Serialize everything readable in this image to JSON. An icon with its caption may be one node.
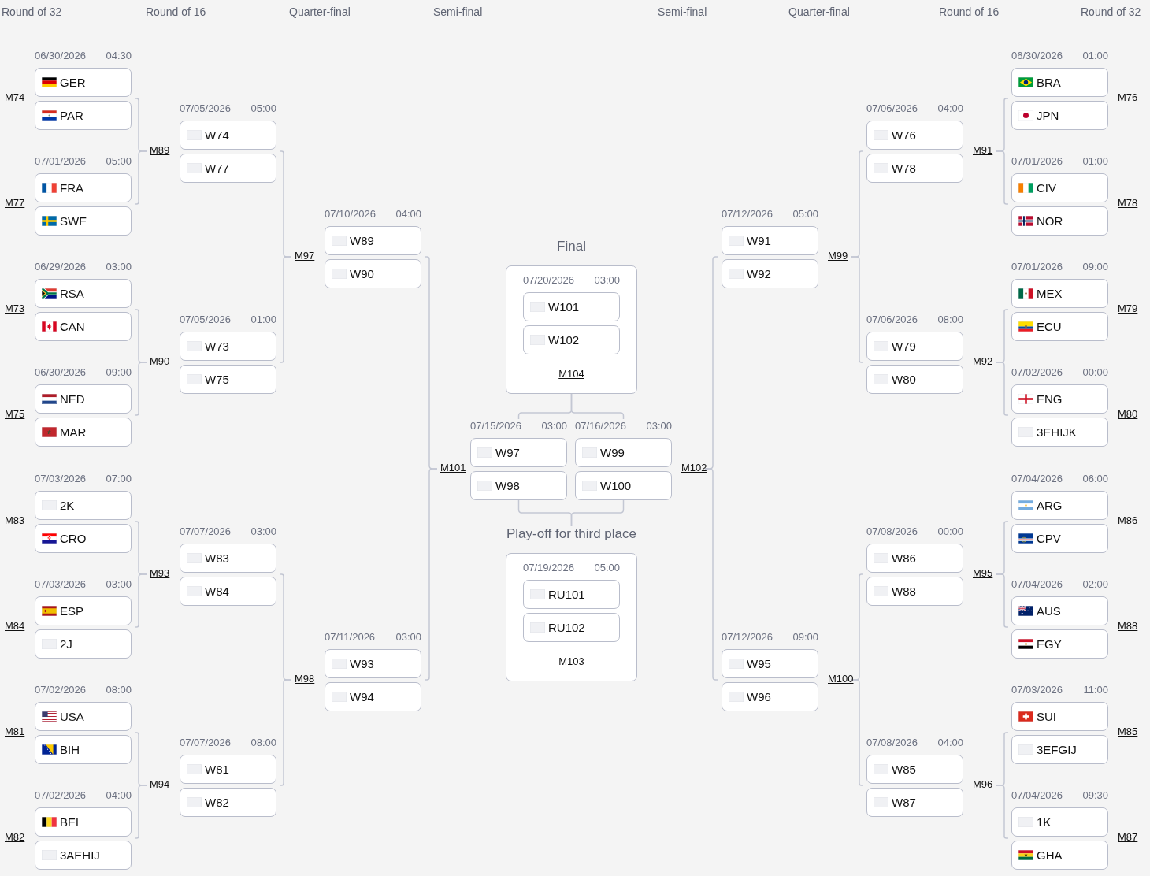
{
  "diagram": {
    "nodes": [
      {
        "text": [
          "06/30/2026",
          "04:30"
        ],
        "beside": [
          "M74"
        ]
      },
      {
        "text": [
          "GER"
        ],
        "in": 0
      },
      {
        "text": [
          "PAR"
        ],
        "in": 0
      },
      {
        "text": [
          "07/01/2026",
          "05:00"
        ],
        "beside": [
          "M77"
        ]
      },
      {
        "text": [
          "FRA"
        ],
        "in": 3
      },
      {
        "text": [
          "SWE"
        ],
        "in": 3
      },
      {
        "text": [
          "06/29/2026",
          "03:00"
        ],
        "beside": [
          "M73"
        ]
      },
      {
        "text": [
          "RSA"
        ],
        "in": 6
      },
      {
        "text": [
          "CAN"
        ],
        "in": 6
      },
      {
        "text": [
          "06/30/2026",
          "09:00"
        ],
        "beside": [
          "M75"
        ]
      },
      {
        "text": [
          "NED"
        ],
        "in": 9
      },
      {
        "text": [
          "MAR"
        ],
        "in": 9
      },
      {
        "text": [
          "07/03/2026",
          "07:00"
        ],
        "beside": [
          "M83"
        ]
      },
      {
        "text": [
          "2K"
        ],
        "in": 12
      },
      {
        "text": [
          "CRO"
        ],
        "in": 12
      },
      {
        "text": [
          "07/03/2026",
          "03:00"
        ],
        "beside": [
          "M84"
        ]
      },
      {
        "text": [
          "ESP"
        ],
        "in": 15
      },
      {
        "text": [
          "2J"
        ],
        "in": 15
      },
      {
        "text": [
          "07/02/2026",
          "08:00"
        ],
        "beside": [
          "M81"
        ]
      },
      {
        "text": [
          "USA"
        ],
        "in": 18
      },
      {
        "text": [
          "BIH"
        ],
        "in": 18
      },
      {
        "text": [
          "07/02/2026",
          "04:00"
        ],
        "beside": [
          "M82"
        ]
      },
      {
        "text": [
          "BEL"
        ],
        "in": 21
      },
      {
        "text": [
          "3AEHIJ"
        ],
        "in": 21
      },
      {
        "text": [
          "07/05/2026",
          "05:00"
        ],
        "beside": [
          "M89"
        ]
      },
      {
        "text": [
          "W74"
        ],
        "in": 24
      },
      {
        "text": [
          "W77"
        ],
        "in": 24
      },
      {
        "text": [
          "07/05/2026",
          "01:00"
        ],
        "beside": [
          "M90"
        ]
      },
      {
        "text": [
          "W73"
        ],
        "in": 27
      },
      {
        "text": [
          "W75"
        ],
        "in": 27
      },
      {
        "text": [
          "07/07/2026",
          "03:00"
        ],
        "beside": [
          "M93"
        ]
      },
      {
        "text": [
          "W83"
        ],
        "in": 30
      },
      {
        "text": [
          "W84"
        ],
        "in": 30
      },
      {
        "text": [
          "07/07/2026",
          "08:00"
        ],
        "beside": [
          "M94"
        ]
      },
      {
        "text": [
          "W81"
        ],
        "in": 33
      },
      {
        "text": [
          "W82"
        ],
        "in": 33
      },
      {
        "text": [
          "07/10/2026",
          "04:00"
        ],
        "beside": [
          "M97"
        ]
      },
      {
        "text": [
          "W89"
        ],
        "in": 36
      },
      {
        "text": [
          "W90"
        ],
        "in": 36
      },
      {
        "text": [
          "07/11/2026",
          "03:00"
        ],
        "beside": [
          "M98"
        ]
      },
      {
        "text": [
          "W93"
        ],
        "in": 39
      },
      {
        "text": [
          "W94"
        ],
        "in": 39
      },
      {
        "text": [
          "07/15/2026",
          "03:00"
        ],
        "beside": [
          "M101"
        ]
      },
      {
        "text": [
          "W97"
        ],
        "in": 42
      },
      {
        "text": [
          "W98"
        ],
        "in": 42
      },
      {
        "text": [
          "Final",
          "07/20/2026",
          "03:00",
          "M104"
        ]
      },
      {
        "text": [
          "W101"
        ],
        "in": 45
      },
      {
        "text": [
          "W102"
        ],
        "in": 45
      },
      {
        "text": [
          "Play-off for third place",
          "07/19/2026",
          "05:00",
          "M103"
        ]
      },
      {
        "text": [
          "RU101"
        ],
        "in": 48
      },
      {
        "text": [
          "RU102"
        ],
        "in": 48
      },
      {
        "text": [
          "07/16/2026",
          "03:00"
        ],
        "beside": [
          "M102"
        ]
      },
      {
        "text": [
          "W99"
        ],
        "in": 51
      },
      {
        "text": [
          "W100"
        ],
        "in": 51
      },
      {
        "text": [
          "07/12/2026",
          "05:00"
        ],
        "beside": [
          "M99"
        ]
      },
      {
        "text": [
          "W91"
        ],
        "in": 54
      },
      {
        "text": [
          "W92"
        ],
        "in": 54
      },
      {
        "text": [
          "07/12/2026",
          "09:00"
        ],
        "beside": [
          "M100"
        ]
      },
      {
        "text": [
          "W95"
        ],
        "in": 57
      },
      {
        "text": [
          "W96"
        ],
        "in": 57
      },
      {
        "text": [
          "07/06/2026",
          "04:00"
        ],
        "beside": [
          "M91"
        ]
      },
      {
        "text": [
          "W76"
        ],
        "in": 60
      },
      {
        "text": [
          "W78"
        ],
        "in": 60
      },
      {
        "text": [
          "07/06/2026",
          "08:00"
        ],
        "beside": [
          "M92"
        ]
      },
      {
        "text": [
          "W79"
        ],
        "in": 63
      },
      {
        "text": [
          "W80"
        ],
        "in": 63
      },
      {
        "text": [
          "07/08/2026",
          "00:00"
        ],
        "beside": [
          "M95"
        ]
      },
      {
        "text": [
          "W86"
        ],
        "in": 66
      },
      {
        "text": [
          "W88"
        ],
        "in": 66
      },
      {
        "text": [
          "07/08/2026",
          "04:00"
        ],
        "beside": [
          "M96"
        ]
      },
      {
        "text": [
          "W85"
        ],
        "in": 69
      },
      {
        "text": [
          "W87"
        ],
        "in": 69
      },
      {
        "text": [
          "06/30/2026",
          "01:00"
        ],
        "beside": [
          "M76"
        ]
      },
      {
        "text": [
          "BRA"
        ],
        "in": 72
      },
      {
        "text": [
          "JPN"
        ],
        "in": 72
      },
      {
        "text": [
          "07/01/2026",
          "01:00"
        ],
        "beside": [
          "M78"
        ]
      },
      {
        "text": [
          "CIV"
        ],
        "in": 75
      },
      {
        "text": [
          "NOR"
        ],
        "in": 75
      },
      {
        "text": [
          "07/01/2026",
          "09:00"
        ],
        "beside": [
          "M79"
        ]
      },
      {
        "text": [
          "MEX"
        ],
        "in": 78
      },
      {
        "text": [
          "ECU"
        ],
        "in": 78
      },
      {
        "text": [
          "07/02/2026",
          "00:00"
        ],
        "beside": [
          "M80"
        ]
      },
      {
        "text": [
          "ENG"
        ],
        "in": 81
      },
      {
        "text": [
          "3EHIJK"
        ],
        "in": 81
      },
      {
        "text": [
          "07/04/2026",
          "06:00"
        ],
        "beside": [
          "M86"
        ]
      },
      {
        "text": [
          "ARG"
        ],
        "in": 84
      },
      {
        "text": [
          "CPV"
        ],
        "in": 84
      },
      {
        "text": [
          "07/04/2026",
          "02:00"
        ],
        "beside": [
          "M88"
        ]
      },
      {
        "text": [
          "AUS"
        ],
        "in": 87
      },
      {
        "text": [
          "EGY"
        ],
        "in": 87
      },
      {
        "text": [
          "07/03/2026",
          "11:00"
        ],
        "beside": [
          "M85"
        ]
      },
      {
        "text": [
          "SUI"
        ],
        "in": 90
      },
      {
        "text": [
          "3EFGIJ"
        ],
        "in": 90
      },
      {
        "text": [
          "07/04/2026",
          "09:30"
        ],
        "beside": [
          "M87"
        ]
      },
      {
        "text": [
          "1K"
        ],
        "in": 93
      },
      {
        "text": [
          "GHA"
        ],
        "in": 93
      }
    ],
    "edges": [
      {
        "from": 0,
        "to": 24,
        "arrow": "none"
      },
      {
        "from": 3,
        "to": 24,
        "arrow": "none"
      },
      {
        "from": 6,
        "to": 27,
        "arrow": "none"
      },
      {
        "from": 9,
        "to": 27,
        "arrow": "none"
      },
      {
        "from": 12,
        "to": 30,
        "arrow": "none"
      },
      {
        "from": 15,
        "to": 30,
        "arrow": "none"
      },
      {
        "from": 18,
        "to": 33,
        "arrow": "none"
      },
      {
        "from": 21,
        "to": 33,
        "arrow": "none"
      },
      {
        "from": 24,
        "to": 36,
        "arrow": "none"
      },
      {
        "from": 27,
        "to": 36,
        "arrow": "none"
      },
      {
        "from": 30,
        "to": 39,
        "arrow": "none"
      },
      {
        "from": 33,
        "to": 39,
        "arrow": "none"
      },
      {
        "from": 36,
        "to": 42,
        "arrow": "none"
      },
      {
        "from": 39,
        "to": 42,
        "arrow": "none"
      },
      {
        "from": 42,
        "to": 45,
        "arrow": "none"
      },
      {
        "from": 51,
        "to": 45,
        "arrow": "none"
      },
      {
        "from": 42,
        "to": 48,
        "arrow": "none"
      },
      {
        "from": 51,
        "to": 48,
        "arrow": "none"
      },
      {
        "from": 54,
        "to": 51,
        "arrow": "none"
      },
      {
        "from": 57,
        "to": 51,
        "arrow": "none"
      },
      {
        "from": 60,
        "to": 54,
        "arrow": "none"
      },
      {
        "from": 63,
        "to": 54,
        "arrow": "none"
      },
      {
        "from": 66,
        "to": 57,
        "arrow": "none"
      },
      {
        "from": 69,
        "to": 57,
        "arrow": "none"
      },
      {
        "from": 72,
        "to": 60,
        "arrow": "none"
      },
      {
        "from": 75,
        "to": 60,
        "arrow": "none"
      },
      {
        "from": 78,
        "to": 63,
        "arrow": "none"
      },
      {
        "from": 81,
        "to": 63,
        "arrow": "none"
      },
      {
        "from": 84,
        "to": 66,
        "arrow": "none"
      },
      {
        "from": 87,
        "to": 66,
        "arrow": "none"
      },
      {
        "from": 90,
        "to": 69,
        "arrow": "none"
      },
      {
        "from": 93,
        "to": 69,
        "arrow": "none"
      }
    ],
    "labels": [
      "Round of 32",
      "Round of 16",
      "Quarter-final",
      "Semi-final",
      "Semi-final",
      "Quarter-final",
      "Round of 16",
      "Round of 32"
    ]
  }
}
